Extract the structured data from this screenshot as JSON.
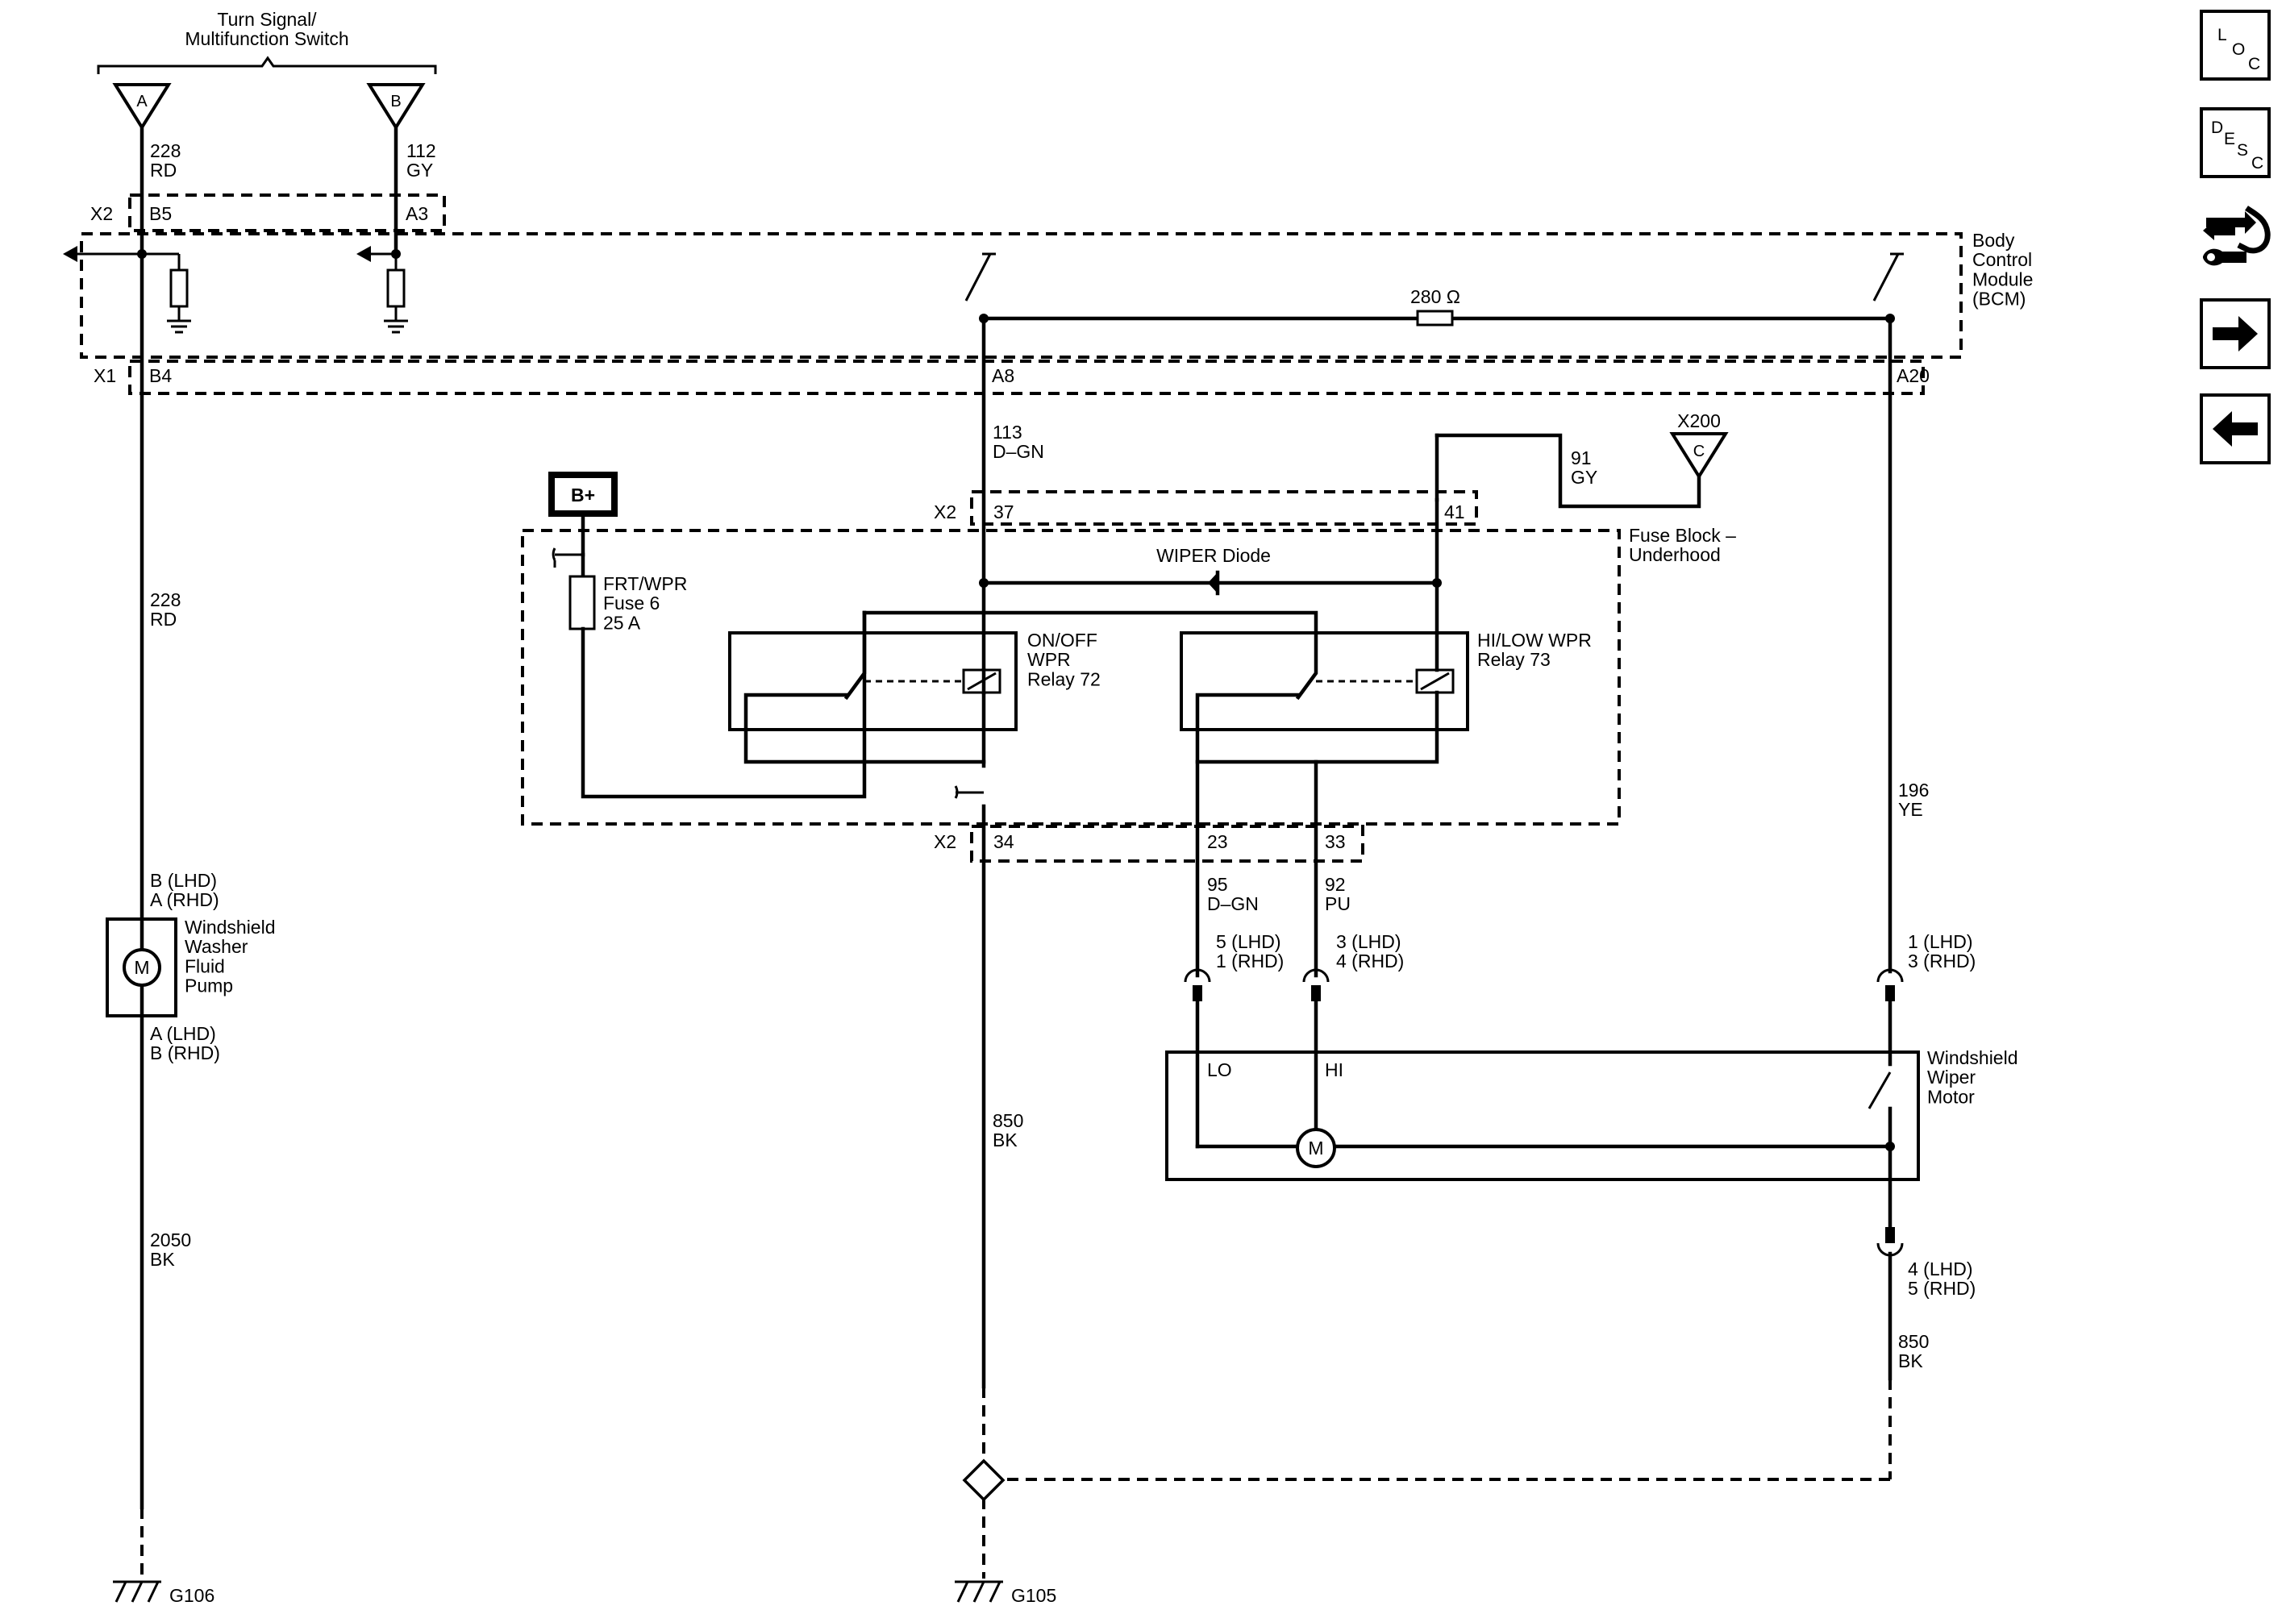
{
  "components": {
    "turn_signal_switch": "Turn Signal/\nMultifunction Switch",
    "bcm": "Body\nControl\nModule\n(BCM)",
    "fuse_block": "Fuse Block –\nUnderhood",
    "wiper_diode": "WIPER Diode",
    "fuse": "FRT/WPR\nFuse 6\n25 A",
    "relay_72": "ON/OFF\nWPR\nRelay 72",
    "relay_73": "HI/LOW WPR\nRelay 73",
    "washer_pump": "Windshield\nWasher\nFluid\nPump",
    "wiper_motor": "Windshield\nWiper\nMotor",
    "battery": "B+",
    "resistor": "280 Ω",
    "motor_symbol": "M",
    "lo": "LO",
    "hi": "HI",
    "conn_a": "A",
    "conn_b": "B",
    "conn_c": "C",
    "x200": "X200",
    "g106": "G106",
    "g105": "G105"
  },
  "connectors": {
    "x2": "X2",
    "x1": "X1",
    "b5": "B5",
    "a3": "A3",
    "b4": "B4",
    "a8": "A8",
    "a20": "A20",
    "p37": "37",
    "p41": "41",
    "p34": "34",
    "p23": "23",
    "p33": "33",
    "pump_top": "B (LHD)\nA (RHD)",
    "pump_bot": "A (LHD)\nB (RHD)",
    "motor_lo": "5 (LHD)\n1 (RHD)",
    "motor_hi": "3 (LHD)\n4 (RHD)",
    "motor_park": "1 (LHD)\n3 (RHD)",
    "motor_gnd": "4 (LHD)\n5 (RHD)"
  },
  "wires": {
    "w228_top": "228\nRD",
    "w112": "112\nGY",
    "w228_mid": "228\nRD",
    "w2050": "2050\nBK",
    "w113": "113\nD–GN",
    "w91": "91\nGY",
    "w196": "196\nYE",
    "w95": "95\nD–GN",
    "w92": "92\nPU",
    "w850_mid": "850\nBK",
    "w850_right": "850\nBK"
  },
  "nav_buttons": {
    "loc": [
      "L",
      "O",
      "C"
    ],
    "desc": [
      "D",
      "E",
      "S",
      "C"
    ]
  }
}
